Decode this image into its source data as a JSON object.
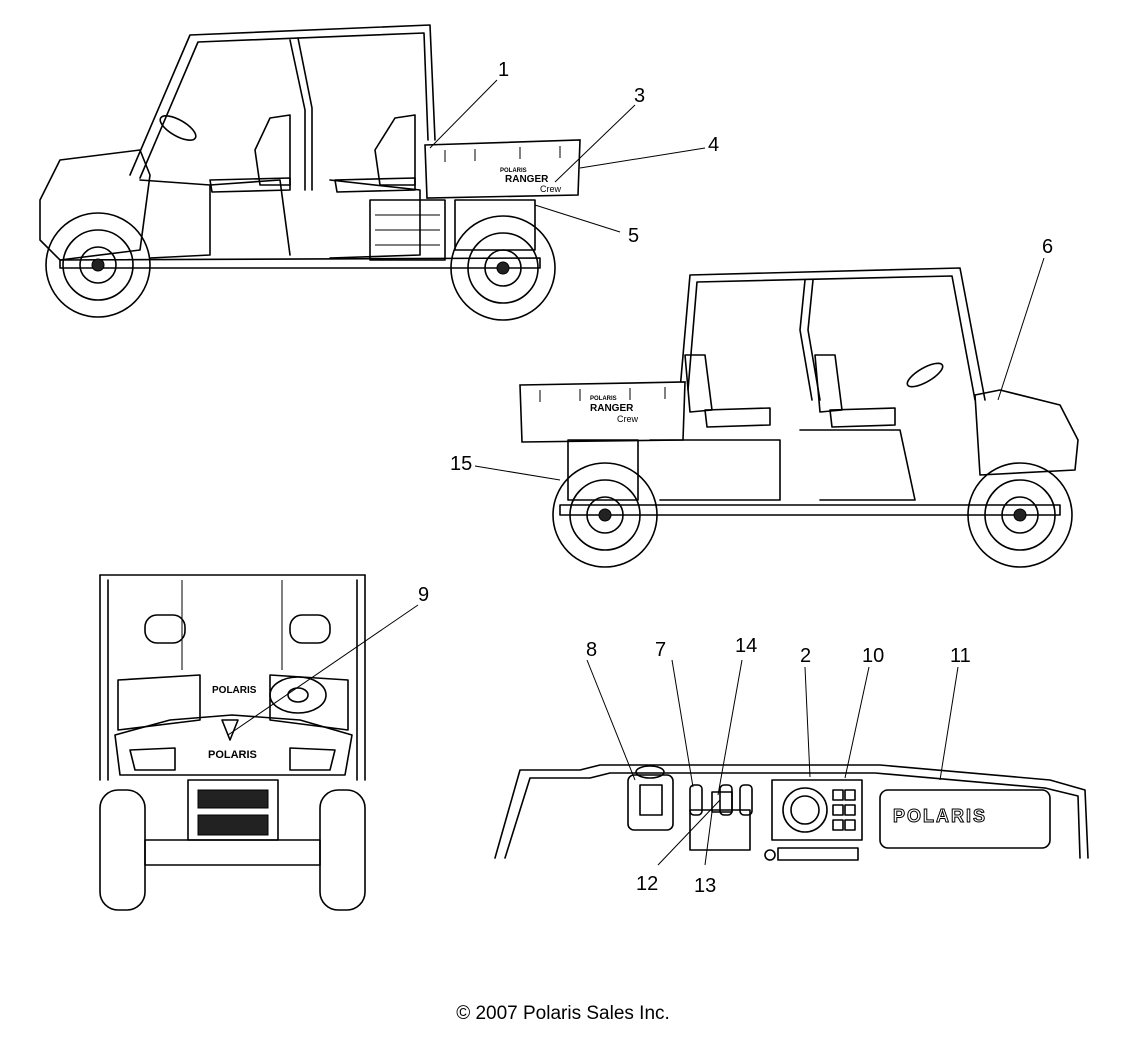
{
  "callouts": {
    "c1": "1",
    "c2": "2",
    "c3": "3",
    "c4": "4",
    "c5": "5",
    "c6": "6",
    "c7": "7",
    "c8": "8",
    "c9": "9",
    "c10": "10",
    "c11": "11",
    "c12": "12",
    "c13": "13",
    "c14": "14",
    "c15": "15"
  },
  "decals": {
    "ranger_brand_small": "POLARIS",
    "ranger_model": "RANGER",
    "ranger_sub": "Crew",
    "front_brand": "POLARIS",
    "dash_brand": "POLARIS"
  },
  "footer": {
    "copyright": "© 2007 Polaris Sales Inc."
  }
}
